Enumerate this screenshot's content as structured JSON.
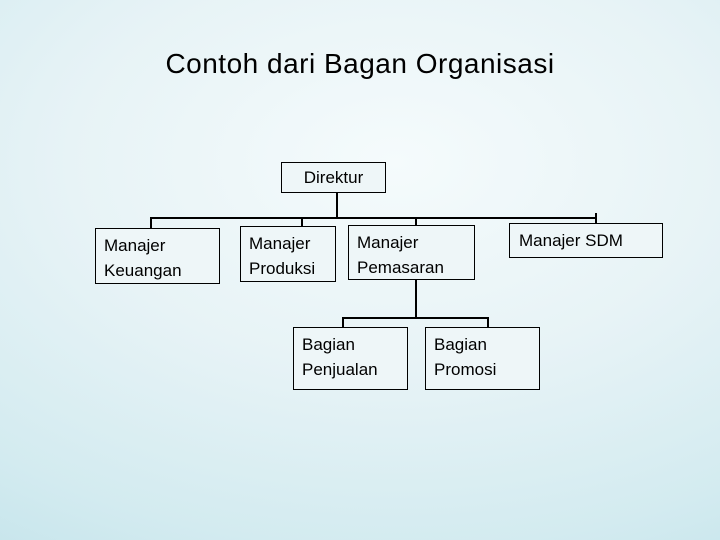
{
  "slide": {
    "title": "Contoh dari Bagan Organisasi"
  },
  "org_chart": {
    "type": "org-chart",
    "nodes": [
      {
        "id": "direktur",
        "label": "Direktur",
        "level": 1,
        "reports_to": null
      },
      {
        "id": "manajer-keuangan",
        "label": "Manajer Keuangan",
        "level": 2,
        "reports_to": "direktur"
      },
      {
        "id": "manajer-produksi",
        "label": "Manajer Produksi",
        "level": 2,
        "reports_to": "direktur"
      },
      {
        "id": "manajer-pemasaran",
        "label": "Manajer Pemasaran",
        "level": 2,
        "reports_to": "direktur"
      },
      {
        "id": "manajer-sdm",
        "label": "Manajer SDM",
        "level": 2,
        "reports_to": "direktur"
      },
      {
        "id": "bagian-penjualan",
        "label": "Bagian Penjualan",
        "level": 3,
        "reports_to": "manajer-pemasaran"
      },
      {
        "id": "bagian-promosi",
        "label": "Bagian Promosi",
        "level": 3,
        "reports_to": "manajer-pemasaran"
      }
    ]
  },
  "colors": {
    "background_center": "#f5fbfc",
    "background_edge": "#b0dbe3",
    "box_fill": "#eef6f8",
    "box_border": "#000000",
    "connector": "#000000",
    "text": "#000000"
  }
}
